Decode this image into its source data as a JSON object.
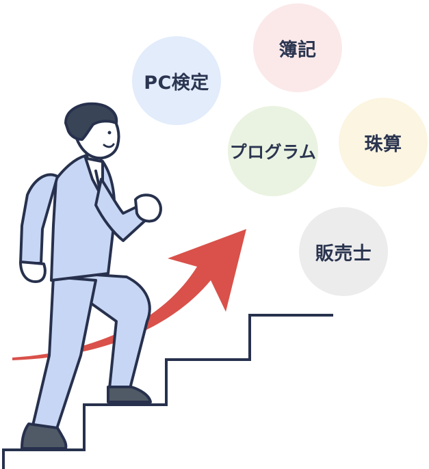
{
  "bubbles": [
    {
      "label": "PC検定",
      "color": "#e2ecfb"
    },
    {
      "label": "簿記",
      "color": "#fbe9ea"
    },
    {
      "label": "プログラム",
      "color": "#eaf3e1"
    },
    {
      "label": "珠算",
      "color": "#fbf5e1"
    },
    {
      "label": "販売士",
      "color": "#ececec"
    }
  ],
  "colors": {
    "outline": "#27314d",
    "suit": "#c7d6f4",
    "hair": "#3a4457",
    "shoe": "#505a66",
    "arrow": "#d9514a",
    "skin": "#ffffff"
  }
}
